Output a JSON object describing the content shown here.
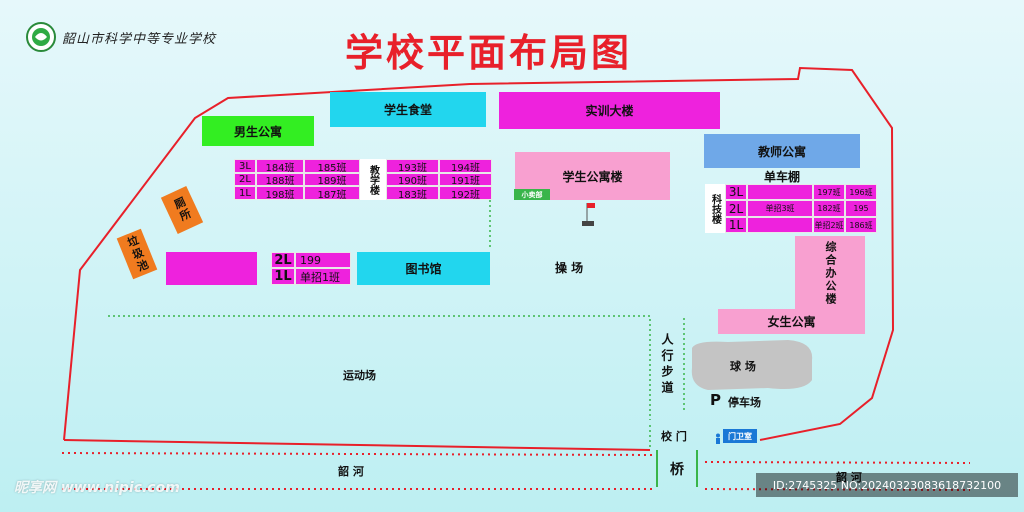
{
  "header": {
    "school_name": "韶山市科学中等专业学校",
    "title": "学校平面布局图"
  },
  "buildings": {
    "male_dorm": "男生公寓",
    "canteen": "学生食堂",
    "training": "实训大楼",
    "teacher_dorm": "教师公寓",
    "shed": "单车棚",
    "student_dorm": "学生公寓楼",
    "shop": "小卖部",
    "toilet": "厕所",
    "garbage": "垃圾池",
    "library": "图书馆",
    "playground": "操 场",
    "admin": "综合办公楼",
    "female_dorm": "女生公寓",
    "sports": "运动场",
    "walkway": "人行步道",
    "court": "球 场",
    "parking": "停车场",
    "parking_mark": "P",
    "gate": "校 门",
    "guard": "门卫室",
    "bridge": "桥",
    "river_left": "韶 河",
    "river_right": "韶 河"
  },
  "teaching_building": {
    "name": "教学楼",
    "floors": [
      "3L",
      "2L",
      "1L"
    ],
    "left": [
      [
        "184班",
        "185班"
      ],
      [
        "188班",
        "189班"
      ],
      [
        "198班",
        "187班"
      ]
    ],
    "right": [
      [
        "193班",
        "194班"
      ],
      [
        "190班",
        "191班"
      ],
      [
        "183班",
        "192班"
      ]
    ]
  },
  "small_building": {
    "floors": [
      "2L",
      "1L"
    ],
    "rooms": [
      "199",
      "单招1班"
    ]
  },
  "tech_building": {
    "name": "科技楼",
    "floors": [
      "3L",
      "2L",
      "1L"
    ],
    "rows": [
      [
        "",
        "197班",
        "196班"
      ],
      [
        "单招3班",
        "182班",
        "195"
      ],
      [
        "",
        "单招2班",
        "186班"
      ]
    ]
  },
  "watermark": {
    "site": "昵享网 www.nipic.com",
    "id": "ID:2745325 NO:20240323083618732100"
  },
  "colors": {
    "boundary": "#e8202a",
    "green": "#33ee22",
    "cyan": "#22d6ee",
    "magenta": "#ee22dd",
    "pink": "#f8a0d0",
    "blue": "#6fa8e8",
    "orange": "#f07b1f",
    "gray": "#c4c4c4"
  }
}
